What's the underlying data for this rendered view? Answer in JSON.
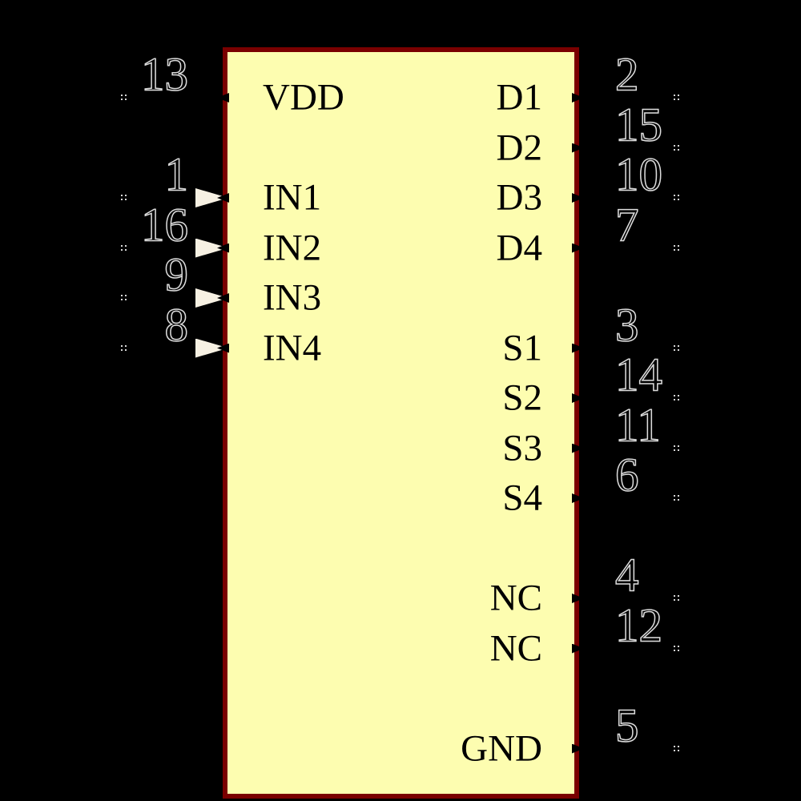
{
  "colors": {
    "background": "#000000",
    "body_fill": "#FDFDB0",
    "body_border": "#7A0000",
    "input_arrow_fill": "#F7F1E3",
    "pin_number_outline": "#DCDCDC",
    "pin_label_color": "#000000",
    "net_tick_color": "#D8D8D8",
    "pin_stub_color": "#000000"
  },
  "ic": {
    "left_pins": [
      {
        "number": "13",
        "label": "VDD",
        "row": 0,
        "input_arrow": false
      },
      {
        "number": "1",
        "label": "IN1",
        "row": 2,
        "input_arrow": true
      },
      {
        "number": "16",
        "label": "IN2",
        "row": 3,
        "input_arrow": true
      },
      {
        "number": "9",
        "label": "IN3",
        "row": 4,
        "input_arrow": true
      },
      {
        "number": "8",
        "label": "IN4",
        "row": 5,
        "input_arrow": true
      }
    ],
    "right_pins": [
      {
        "number": "2",
        "label": "D1",
        "row": 0
      },
      {
        "number": "15",
        "label": "D2",
        "row": 1
      },
      {
        "number": "10",
        "label": "D3",
        "row": 2
      },
      {
        "number": "7",
        "label": "D4",
        "row": 3
      },
      {
        "number": "3",
        "label": "S1",
        "row": 5
      },
      {
        "number": "14",
        "label": "S2",
        "row": 6
      },
      {
        "number": "11",
        "label": "S3",
        "row": 7
      },
      {
        "number": "6",
        "label": "S4",
        "row": 8
      },
      {
        "number": "4",
        "label": "NC",
        "row": 10
      },
      {
        "number": "12",
        "label": "NC",
        "row": 11
      },
      {
        "number": "5",
        "label": "GND",
        "row": 13
      }
    ]
  }
}
